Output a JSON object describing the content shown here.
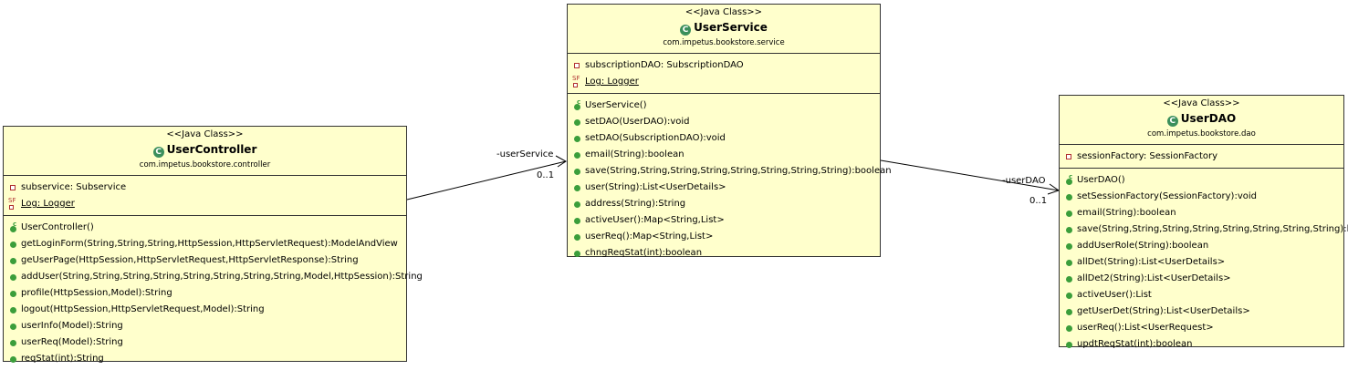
{
  "classes": {
    "controller": {
      "stereotype": "<<Java Class>>",
      "name": "UserController",
      "package": "com.impetus.bookstore.controller",
      "fields": [
        "subservice: Subservice",
        "Log: Logger"
      ],
      "constructor": "UserController()",
      "methods": [
        "getLoginForm(String,String,String,HttpSession,HttpServletRequest):ModelAndView",
        "geUserPage(HttpSession,HttpServletRequest,HttpServletResponse):String",
        "addUser(String,String,String,String,String,String,String,String,Model,HttpSession):String",
        "profile(HttpSession,Model):String",
        "logout(HttpSession,HttpServletRequest,Model):String",
        "userInfo(Model):String",
        "userReq(Model):String",
        "reqStat(int):String"
      ]
    },
    "service": {
      "stereotype": "<<Java Class>>",
      "name": "UserService",
      "package": "com.impetus.bookstore.service",
      "fields": [
        "subscriptionDAO: SubscriptionDAO",
        "Log: Logger"
      ],
      "constructor": "UserService()",
      "methods": [
        "setDAO(UserDAO):void",
        "setDAO(SubscriptionDAO):void",
        "email(String):boolean",
        "save(String,String,String,String,String,String,String,String):boolean",
        "user(String):List<UserDetails>",
        "address(String):String",
        "activeUser():Map<String,List>",
        "userReq():Map<String,List>",
        "chngReqStat(int):boolean"
      ]
    },
    "dao": {
      "stereotype": "<<Java Class>>",
      "name": "UserDAO",
      "package": "com.impetus.bookstore.dao",
      "fields": [
        "sessionFactory: SessionFactory"
      ],
      "constructor": "UserDAO()",
      "methods": [
        "setSessionFactory(SessionFactory):void",
        "email(String):boolean",
        "save(String,String,String,String,String,String,String,String):boolean",
        "addUserRole(String):boolean",
        "allDet(String):List<UserDetails>",
        "allDet2(String):List<UserDetails>",
        "activeUser():List",
        "getUserDet(String):List<UserDetails>",
        "userReq():List<UserRequest>",
        "updtReqStat(int):boolean"
      ]
    }
  },
  "associations": {
    "a1": {
      "role": "-userService",
      "multiplicity": "0..1"
    },
    "a2": {
      "role": "-userDAO",
      "multiplicity": "0..1"
    }
  },
  "icons": {
    "class": "C",
    "constructor": "c",
    "static": "S",
    "final": "F"
  },
  "colors": {
    "class_fill": "#ffffcc",
    "public": "#3b9e3b",
    "private": "#b03030",
    "class_icon": "#3b8f5c"
  }
}
